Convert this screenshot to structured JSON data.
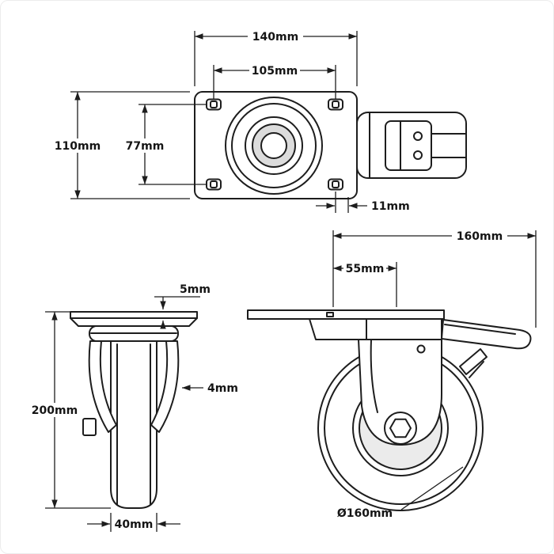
{
  "title": "Caster wheel technical dimension drawing",
  "colors": {
    "line": "#1d1d1d",
    "hub_shade": "#dcdcdc",
    "disc_shade": "#ebebeb"
  },
  "views": {
    "plate_top": {
      "plate_width": "140mm",
      "bolt_hole_spacing_width": "105mm",
      "plate_depth": "110mm",
      "bolt_hole_spacing_depth": "77mm",
      "hole_edge_offset": "11mm"
    },
    "front": {
      "plate_thickness": "5mm",
      "overall_height": "200mm",
      "fork_thickness": "4mm",
      "wheel_width": "40mm"
    },
    "side": {
      "overall_length": "160mm",
      "swivel_offset": "55mm",
      "wheel_diameter": "Ø160mm"
    }
  }
}
